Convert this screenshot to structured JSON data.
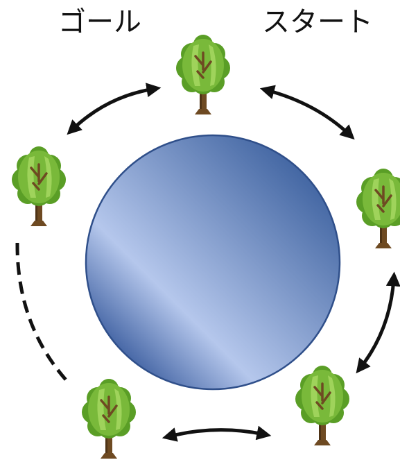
{
  "labels": {
    "goal": "ゴール",
    "start": "スタート"
  },
  "colors": {
    "pond_light": "#b5c7ec",
    "pond_dark": "#4568a4",
    "pond_stroke": "#2f4f8a",
    "leaf_dark": "#5a9e26",
    "leaf_mid": "#79b93a",
    "leaf_light": "#9fd35b",
    "trunk": "#6e4a22",
    "trunk_dark": "#4e3316",
    "arrow": "#111111"
  },
  "icons": {
    "tree": "tree-icon",
    "pond": "pond",
    "arrow": "double-headed-arrow"
  }
}
